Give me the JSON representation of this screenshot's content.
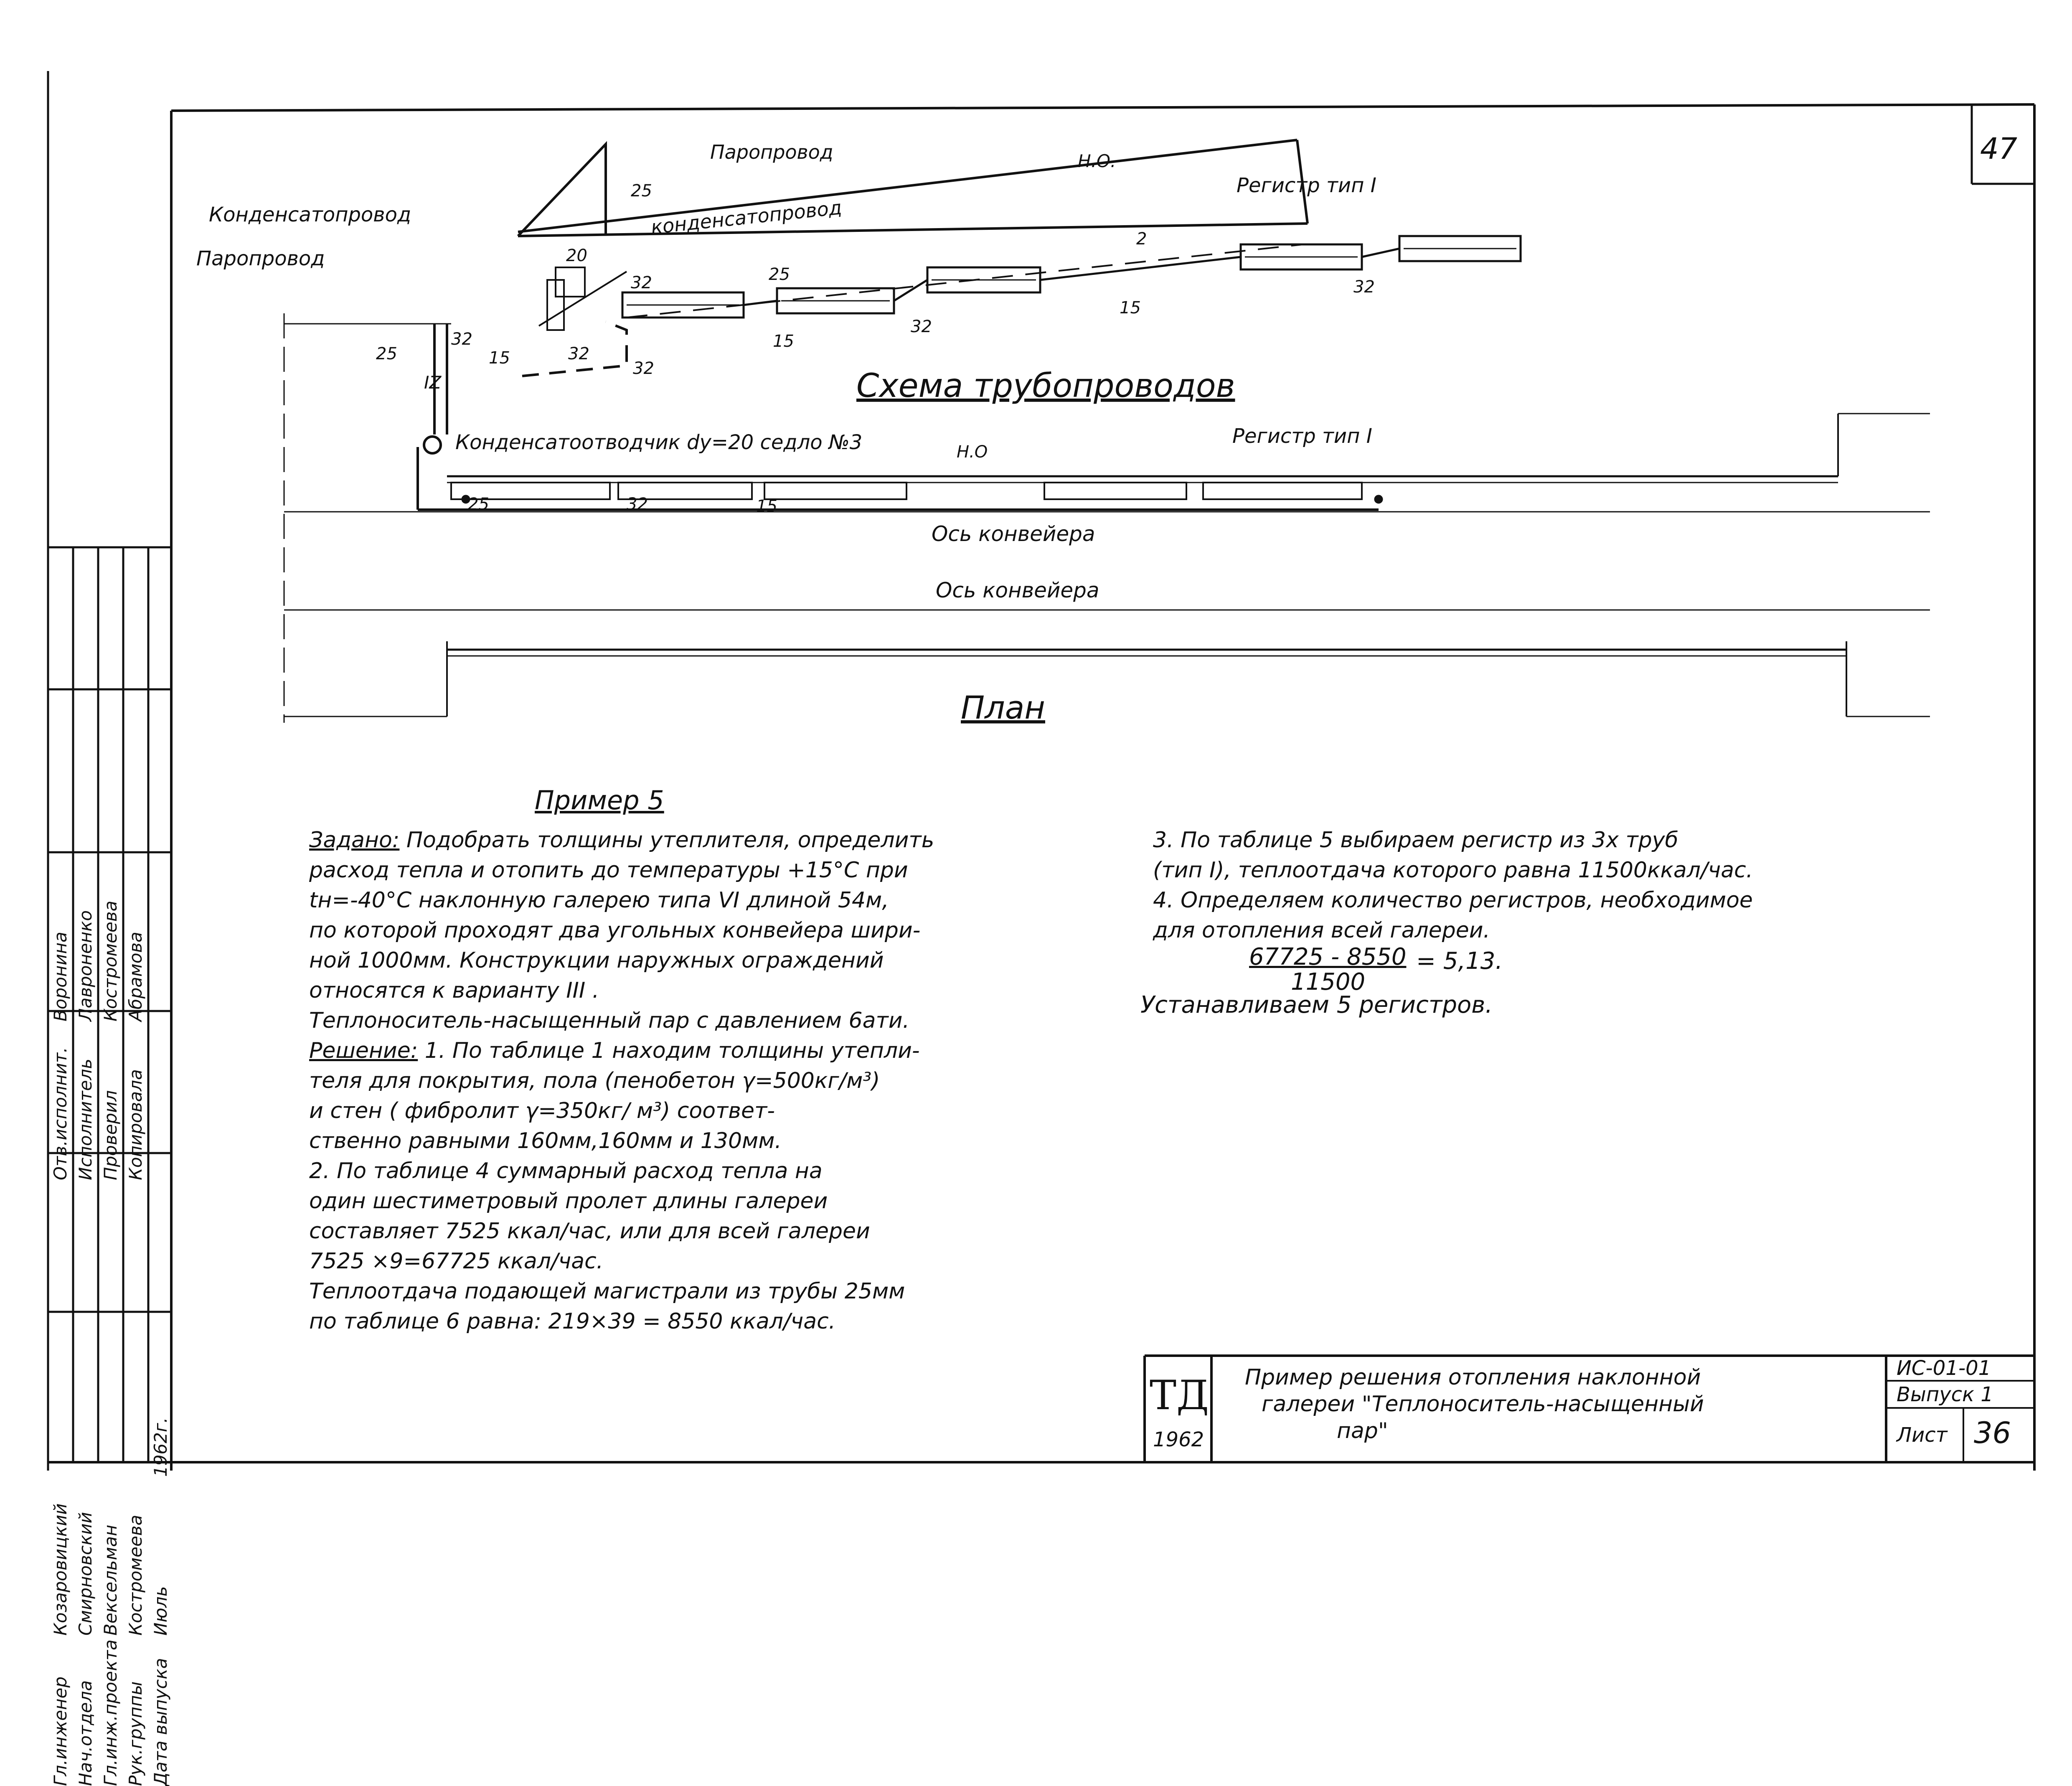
{
  "sheet": {
    "page_number": "47",
    "sheet_label": "Лист",
    "sheet_number": "36"
  },
  "diagram": {
    "title": "Схема трубопроводов",
    "labels": {
      "steam_top": "Паропровод",
      "condensate_left": "Конденсатопровод",
      "steam_left": "Паропровод",
      "condensate_mid": "конденсатопровод",
      "register_top": "Регистр тип I",
      "register_plan": "Регистр тип I",
      "trap": "Конденсатоотводчик dу=20 седло №3",
      "no_top": "Н.О.",
      "no_plan": "Н.О"
    },
    "pipe_sizes": [
      "25",
      "20",
      "32",
      "32",
      "25",
      "32",
      "15",
      "25",
      "15",
      "32",
      "2",
      "15",
      "32",
      "32",
      "25",
      "32",
      "15"
    ],
    "riser_tag": "IZ",
    "conveyor_axis_1": "Ось конвейера",
    "conveyor_axis_2": "Ось конвейера"
  },
  "plan": {
    "title": "План"
  },
  "example": {
    "heading": "Пример 5",
    "given_label": "Задано:",
    "given_lines": [
      "Подобрать толщины утеплителя, определить",
      "расход тепла и отопить до температуры +15°С при",
      "tн=-40°С наклонную галерею типа VI длиной 54м,",
      "по которой проходят два угольных конвейера шири-",
      "ной 1000мм. Конструкции наружных ограждений",
      "относятся к варианту III .",
      "Теплоноситель-насыщенный пар с давлением 6ати."
    ],
    "solution_label": "Решение:",
    "solution_lines": [
      "1. По таблице 1 находим толщины утепли-",
      "теля для покрытия, пола (пенобетон γ=500кг/м³)",
      "и стен ( фибролит γ=350кг/ м³) соответ-",
      "ственно равными 160мм,160мм и 130мм.",
      "2. По таблице 4 суммарный расход тепла на",
      "один шестиметровый пролет длины галереи",
      "составляет 7525 ккал/час, или для всей галереи",
      "7525 ×9=67725 ккал/час.",
      "Теплоотдача подающей магистрали из трубы 25мм",
      "по таблице 6 равна: 219×39 = 8550 ккал/час."
    ],
    "right_lines": [
      "3. По таблице 5 выбираем регистр из 3х труб",
      "(тип I), теплоотдача которого равна 11500ккал/час.",
      "4. Определяем количество регистров, необходимое",
      "для отопления всей галереи."
    ],
    "formula_numerator": "67725 - 8550",
    "formula_result": "= 5,13.",
    "formula_denominator": "11500",
    "conclusion": "Устанавливаем 5 регистров."
  },
  "stamp": {
    "rows": [
      {
        "role": "Гл.инженер",
        "name": "Козаровицкий",
        "sign": ""
      },
      {
        "role": "Нач.отдела",
        "name": "Смирновский",
        "sign": ""
      },
      {
        "role": "Гл.инж.проекта",
        "name": "Вексельман",
        "sign": ""
      },
      {
        "role": "Рук.группы",
        "name": "Костромеева",
        "sign": ""
      },
      {
        "role": "Дата выпуска",
        "name": "Июль",
        "sign": "1962г."
      }
    ],
    "rows2": [
      {
        "role": "Отв.исполнит.",
        "name": "Воронина"
      },
      {
        "role": "Исполнитель",
        "name": "Лавроненко"
      },
      {
        "role": "Проверил",
        "name": "Костромеева"
      },
      {
        "role": "Копировала",
        "name": "Абрамова"
      }
    ]
  },
  "title_block": {
    "org": "ТД",
    "year": "1962",
    "description_lines": [
      "Пример решения отопления наклонной",
      "галереи \"Теплоноситель-насыщенный",
      "пар\""
    ],
    "code": "ИС-01-01",
    "issue": "Выпуск 1"
  }
}
